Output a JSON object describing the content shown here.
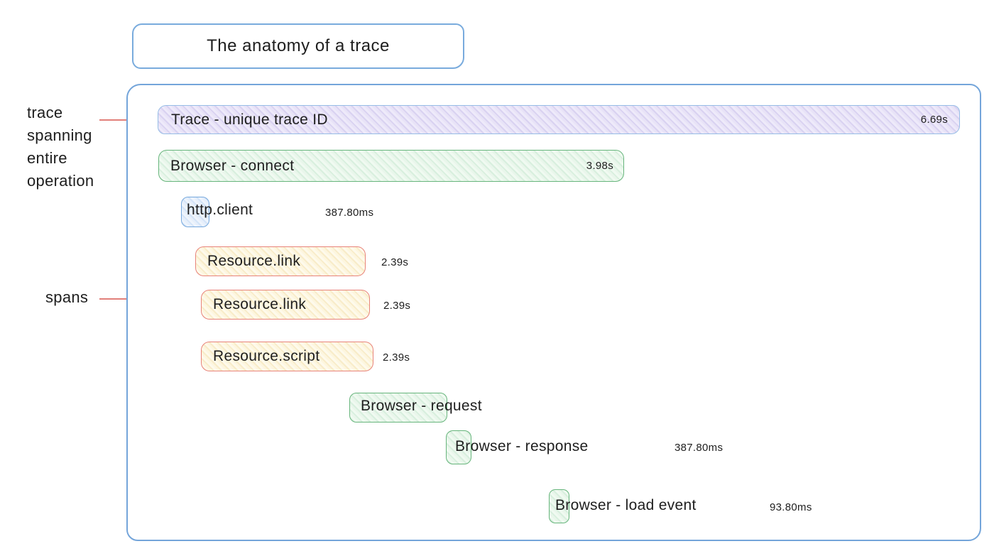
{
  "title": "The anatomy of a trace",
  "annotations": {
    "trace": {
      "lines": [
        "trace",
        "spanning",
        "entire",
        "operation"
      ]
    },
    "spans_label": "spans"
  },
  "spans": [
    {
      "label": "Trace - unique trace ID",
      "duration": "6.69s",
      "type": "trace"
    },
    {
      "label": "Browser - connect",
      "duration": "3.98s",
      "type": "browser"
    },
    {
      "label": "http.client",
      "duration": "387.80ms",
      "type": "http"
    },
    {
      "label": "Resource.link",
      "duration": "2.39s",
      "type": "resource"
    },
    {
      "label": "Resource.link",
      "duration": "2.39s",
      "type": "resource"
    },
    {
      "label": "Resource.script",
      "duration": "2.39s",
      "type": "resource"
    },
    {
      "label": "Browser - request",
      "duration": "",
      "type": "browser"
    },
    {
      "label": "Browser - response",
      "duration": "387.80ms",
      "type": "browser"
    },
    {
      "label": "Browser - load event",
      "duration": "93.80ms",
      "type": "browser"
    }
  ],
  "colors": {
    "container_border": "#74a5da",
    "trace_fill": "#e0daf4",
    "trace_border": "#97bde6",
    "browser_fill": "#e2f3e5",
    "browser_border": "#67b57c",
    "resource_fill": "#fbf2d6",
    "resource_border": "#e8837a",
    "http_fill": "#dde9f9",
    "http_border": "#76a8dd",
    "annotation_line": "#e2807a",
    "text": "#1e1e1e"
  }
}
